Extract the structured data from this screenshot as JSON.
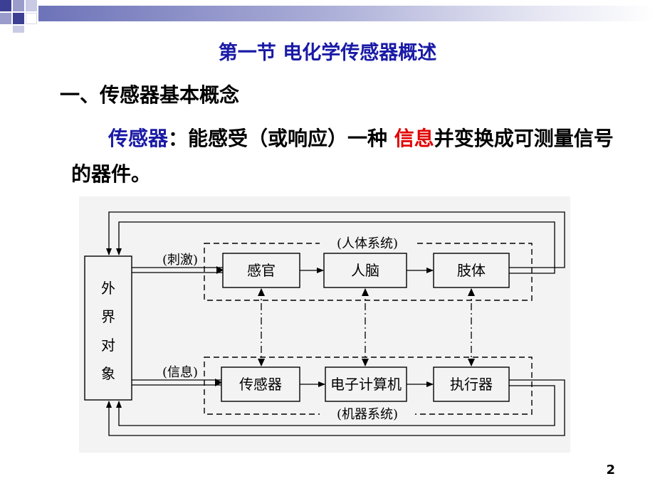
{
  "slide": {
    "title": "第一节  电化学传感器概述",
    "heading": "一、传感器基本概念",
    "definition": {
      "term": "传感器",
      "colon": "：",
      "before": "能感受（或响应）一种 ",
      "highlight": "信息",
      "after": "并变换成可测量信号的器件。"
    },
    "page_number": "2"
  },
  "diagram": {
    "external_object": [
      "外",
      "界",
      "对",
      "象"
    ],
    "human_system_label": "(人体系统)",
    "machine_system_label": "(机器系统)",
    "stimulus_label": "(刺激)",
    "info_label": "(信息)",
    "human_blocks": [
      "感官",
      "人脑",
      "肢体"
    ],
    "machine_blocks": [
      "传感器",
      "电子计算机",
      "执行器"
    ]
  },
  "colors": {
    "title_blue": "#1a1aa6",
    "highlight_red": "#e00000",
    "figure_background": "#f3f3f3"
  }
}
